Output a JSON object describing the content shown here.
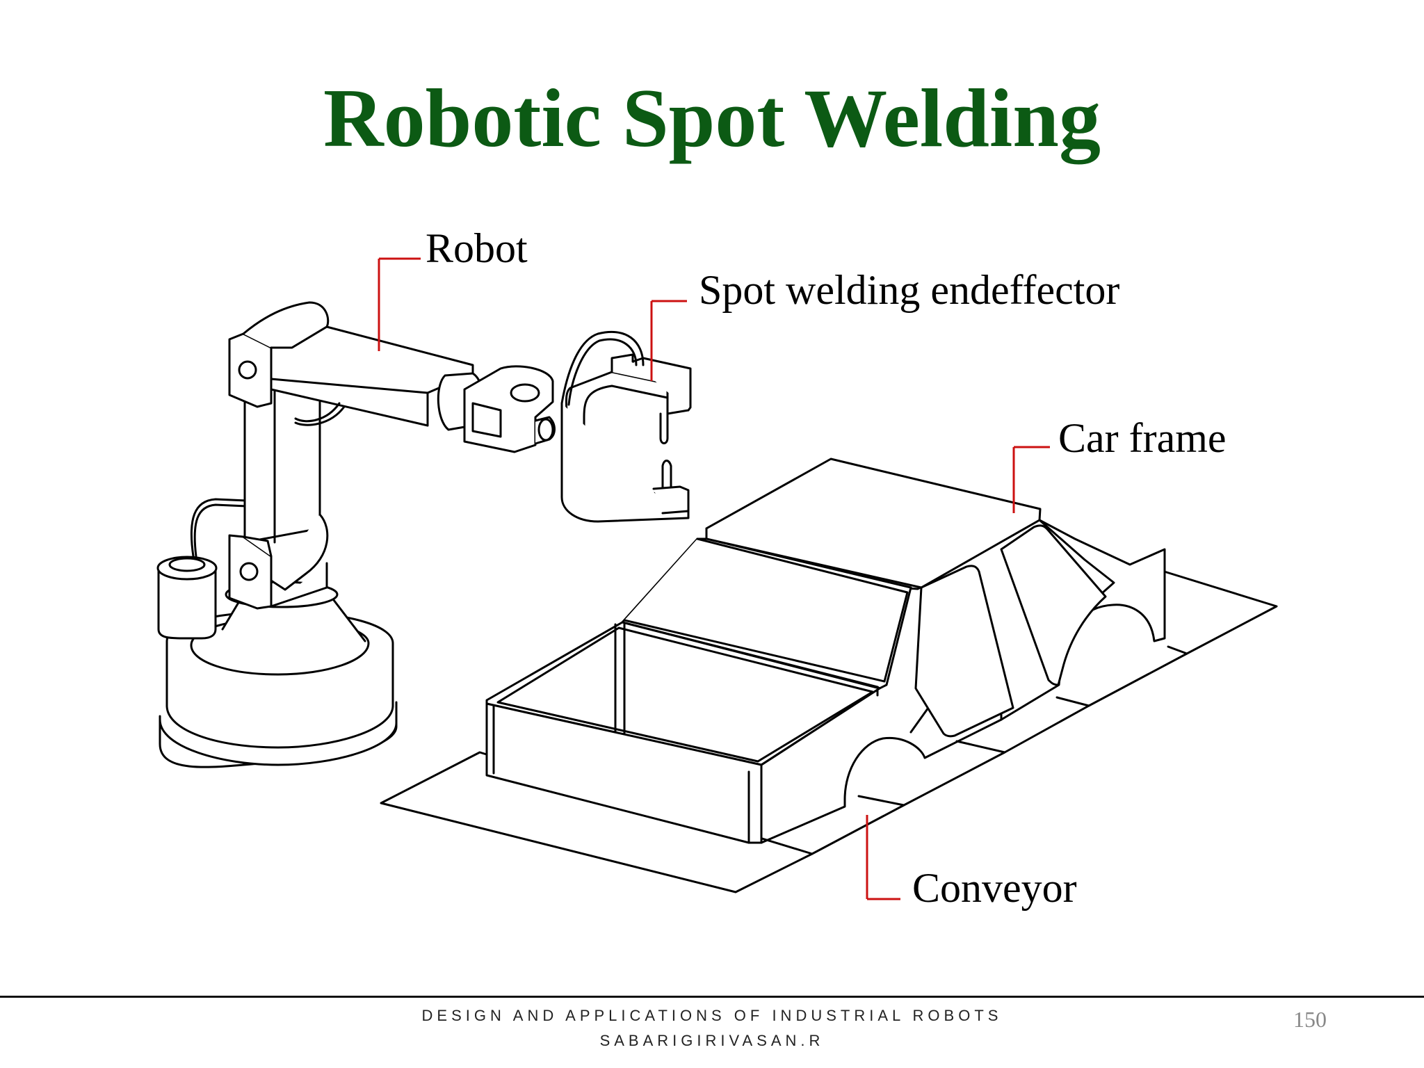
{
  "slide": {
    "title": "Robotic Spot Welding",
    "labels": {
      "robot": "Robot",
      "end_effector": "Spot welding endeffector",
      "car_frame": "Car frame",
      "conveyor": "Conveyor"
    },
    "footer": {
      "course": "DESIGN AND APPLICATIONS OF INDUSTRIAL ROBOTS",
      "author": "SABARIGIRIVASAN.R",
      "page_number": "150"
    }
  },
  "colors": {
    "title": "#0c5a14",
    "leader_lines": "#cc1111",
    "drawing_lines": "#000000"
  }
}
